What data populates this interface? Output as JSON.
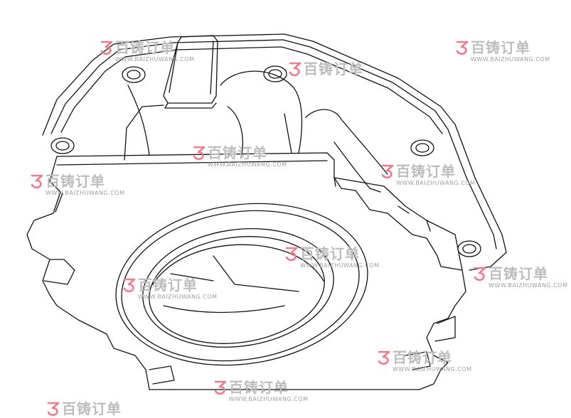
{
  "watermark": {
    "brand": "百铸订单",
    "site": "WWW.BAIZHUWANG.COM",
    "glyph_icon": "baizhu-logo-icon",
    "colors": {
      "glyph": "#f07b8a",
      "brand": "#bdbdbd",
      "site": "#a0a0a0"
    }
  },
  "drawing": {
    "subject": "cast-housing-line-drawing",
    "stroke": "#111111",
    "fill": "#ffffff"
  }
}
